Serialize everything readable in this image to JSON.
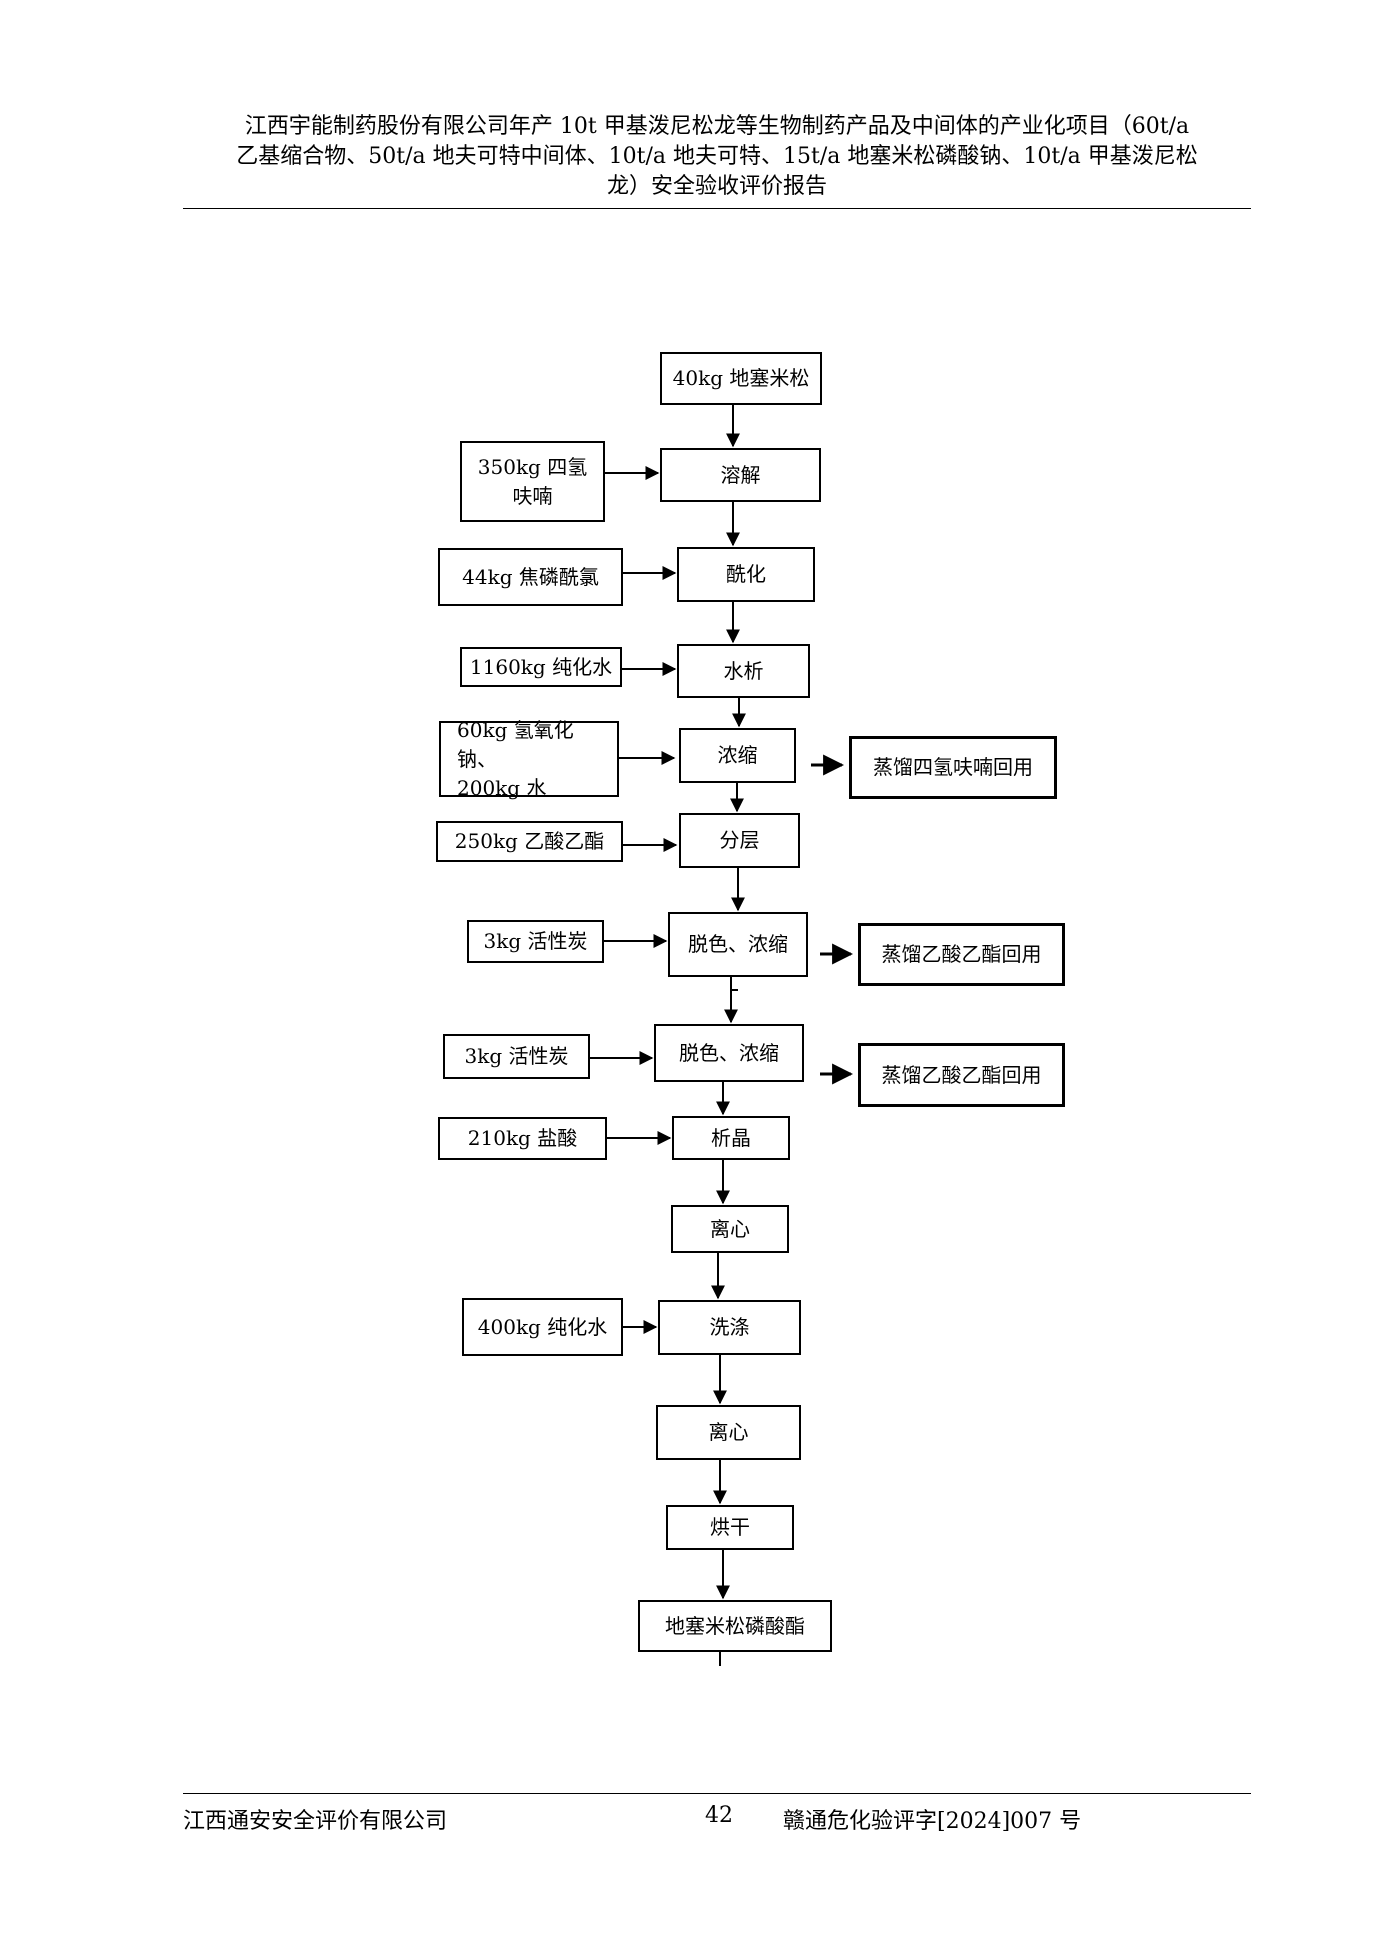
{
  "header": {
    "line1": "江西宇能制药股份有限公司年产 10t 甲基泼尼松龙等生物制药产品及中间体的产业化项目（60t/a",
    "line2": "乙基缩合物、50t/a 地夫可特中间体、10t/a 地夫可特、15t/a 地塞米松磷酸钠、10t/a 甲基泼尼松",
    "line3": "龙）安全验收评价报告"
  },
  "flow": {
    "start": "40kg 地塞米松",
    "steps": [
      "溶解",
      "酰化",
      "水析",
      "浓缩",
      "分层",
      "脱色、浓缩",
      "脱色、浓缩",
      "析晶",
      "离心",
      "洗涤",
      "离心",
      "烘干"
    ],
    "inputs": {
      "dissolve": [
        "350kg 四氢",
        "呋喃"
      ],
      "acylation": "44kg 焦磷酰氯",
      "water_precip": "1160kg 纯化水",
      "concentrate": [
        "60kg 氢氧化钠、",
        "200kg 水"
      ],
      "separate": "250kg 乙酸乙酯",
      "decolor1": "3kg 活性炭",
      "decolor2": "3kg 活性炭",
      "crystallize": "210kg 盐酸",
      "wash": "400kg 纯化水"
    },
    "outputs": {
      "concentrate": "蒸馏四氢呋喃回用",
      "decolor1": "蒸馏乙酸乙酯回用",
      "decolor2": "蒸馏乙酸乙酯回用"
    },
    "product": "地塞米松磷酸酯"
  },
  "footer": {
    "company": "江西通安安全评价有限公司",
    "page": "42",
    "code": "赣通危化验评字[2024]007 号"
  }
}
